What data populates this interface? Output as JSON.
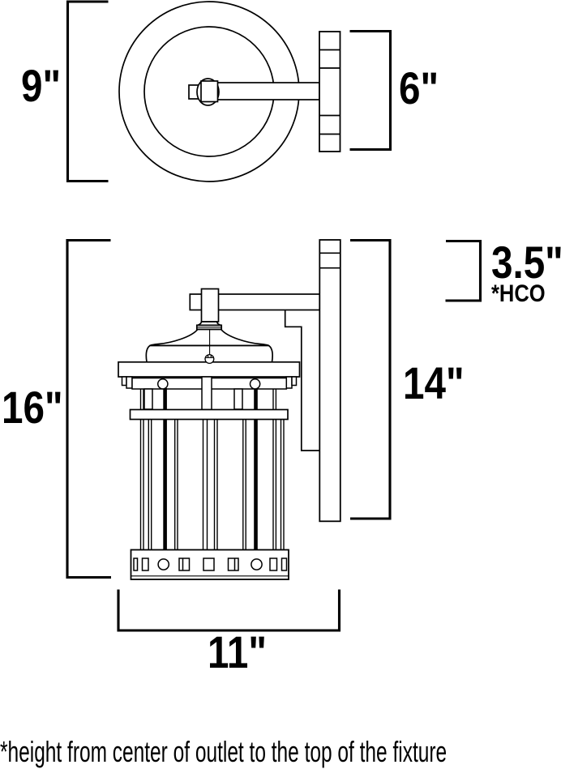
{
  "drawing": {
    "type": "product dimension diagram",
    "subject": "outdoor wall lantern sconce, top view and side view"
  },
  "dimensions": {
    "top_height": "9\"",
    "top_depth": "6\"",
    "overall_height": "16\"",
    "outlet_to_top": "3.5\"",
    "outlet_note": "*HCO",
    "backplate_height": "14\"",
    "fixture_width": "11\""
  },
  "footnote": "*height from center of outlet to the top of the fixture",
  "colors": {
    "line": "#000000",
    "background": "#ffffff",
    "text": "#000000"
  }
}
